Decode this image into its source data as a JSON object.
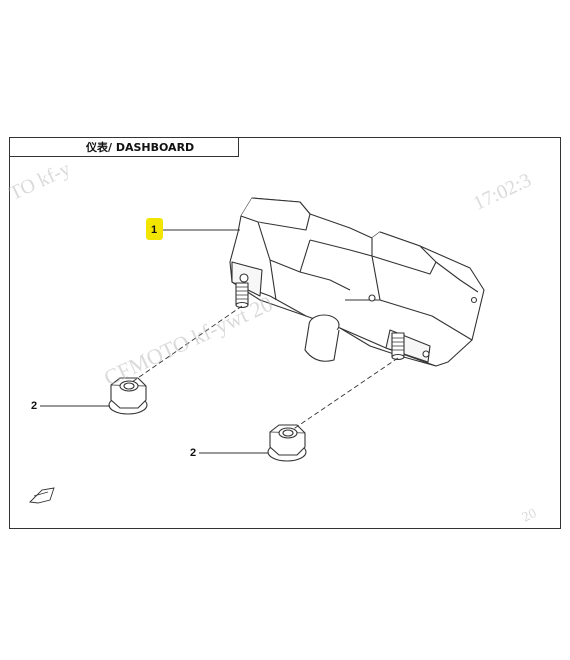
{
  "title": "仪表/ DASHBOARD",
  "callouts": {
    "one": "1",
    "two_a": "2",
    "two_b": "2"
  },
  "watermarks": {
    "main": "CFMOTO  kf-ywt 20",
    "left": "TO  kf-y",
    "right": "17:02:3",
    "bottom": "20"
  },
  "colors": {
    "highlight": "#f2e600",
    "line": "#333333"
  },
  "icons": {
    "direction": "fwd-arrow-icon"
  }
}
